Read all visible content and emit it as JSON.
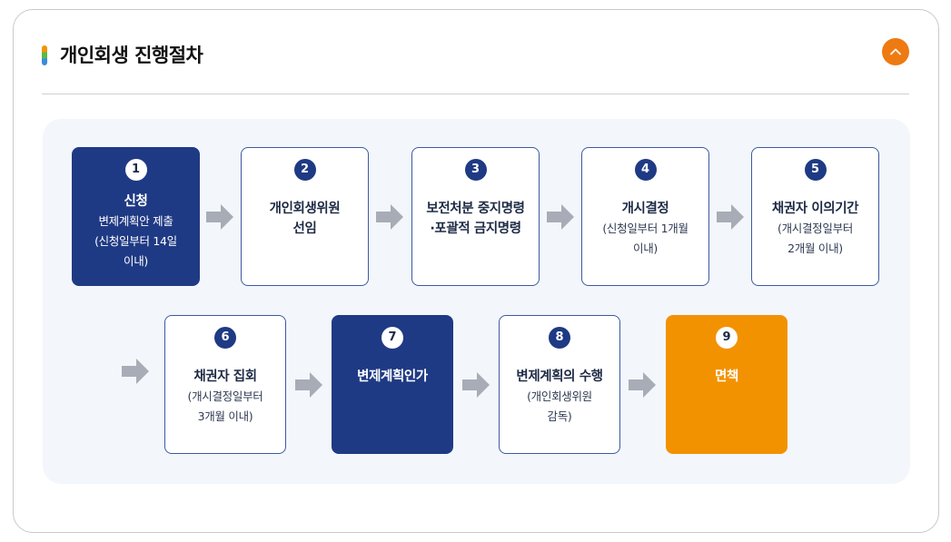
{
  "section": {
    "title": "개인회생 진행절차",
    "collapse_icon": "chevron-up-icon",
    "accent_color": "#ee7a12"
  },
  "steps": [
    {
      "number": "1",
      "title": "신청",
      "desc": [
        "변제계획안 제출",
        "(신청일부터 14일",
        "이내)"
      ]
    },
    {
      "number": "2",
      "title": [
        "개인회생위원",
        "선임"
      ],
      "desc": []
    },
    {
      "number": "3",
      "title": [
        "보전처분 중지명령",
        "·포괄적 금지명령"
      ],
      "desc": []
    },
    {
      "number": "4",
      "title": "개시결정",
      "desc": [
        "(신청일부터 1개월",
        "이내)"
      ]
    },
    {
      "number": "5",
      "title": "채권자 이의기간",
      "desc": [
        "(개시결정일부터",
        "2개월 이내)"
      ]
    },
    {
      "number": "6",
      "title": "채권자 집회",
      "desc": [
        "(개시결정일부터",
        "3개월 이내)"
      ]
    },
    {
      "number": "7",
      "title": "변제계획인가",
      "desc": []
    },
    {
      "number": "8",
      "title": "변제계획의 수행",
      "desc": [
        "(개인회생위원",
        "감독)"
      ]
    },
    {
      "number": "9",
      "title": "면책",
      "desc": []
    }
  ],
  "colors": {
    "step_dark": "#1f3a84",
    "step_final": "#f39200",
    "panel_bg": "#f3f6fb"
  }
}
